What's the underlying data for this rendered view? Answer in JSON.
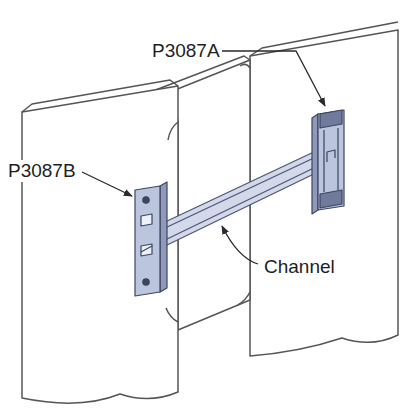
{
  "diagram": {
    "labels": [
      "P3087A",
      "P3087B",
      "Channel"
    ]
  }
}
